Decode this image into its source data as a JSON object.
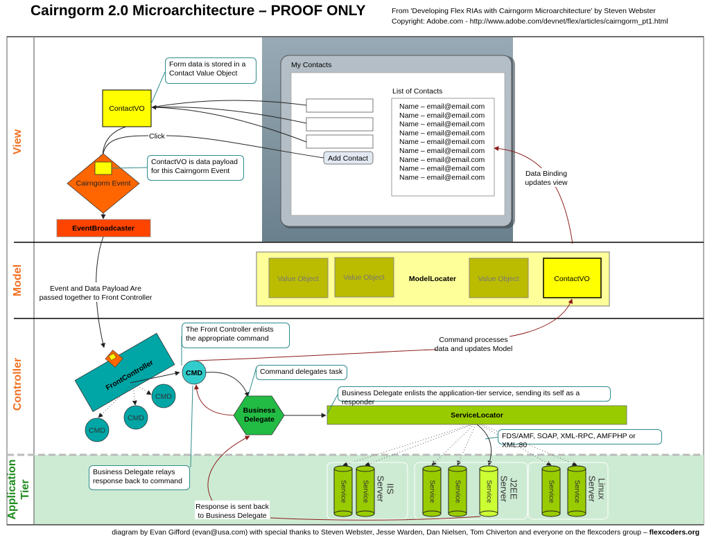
{
  "header": {
    "title": "Cairngorm 2.0 Microarchitecture – PROOF ONLY",
    "source_line1": "From 'Developing Flex RIAs with Cairngorm Microarchitecture' by Steven Webster",
    "source_line2": "Copyright: Adobe.com - http://www.adobe.com/devnet/flex/articles/cairngorm_pt1.html"
  },
  "lanes": [
    {
      "label": "View",
      "color": "#f07020"
    },
    {
      "label": "Model",
      "color": "#f07020"
    },
    {
      "label": "Controller",
      "color": "#f07020"
    },
    {
      "label_line1": "Application",
      "label_line2": "Tier",
      "color": "#1a8a1a"
    }
  ],
  "view": {
    "contact_vo": "ContactVO",
    "cairngorm_event": "Cairngorm Event",
    "event_broadcaster": "EventBroadcaster",
    "click_label": "Click",
    "note_form": [
      "Form data is stored in a",
      "Contact Value Object"
    ],
    "note_payload": [
      "ContactVO is data payload",
      "for this Cairngorm Event"
    ],
    "app_panel": {
      "title": "My Contacts",
      "inputs": [
        "",
        "",
        ""
      ],
      "add_button": "Add Contact",
      "list_title": "List of Contacts",
      "list_items": [
        "Name – email@email.com",
        "Name – email@email.com",
        "Name – email@email.com",
        "Name – email@email.com",
        "Name – email@email.com",
        "Name – email@email.com",
        "Name – email@email.com",
        "Name – email@email.com",
        "Name – email@email.com"
      ]
    },
    "data_binding_label": [
      "Data Binding",
      "updates view"
    ]
  },
  "model": {
    "model_locator": "ModelLocater",
    "value_objects": [
      "Value Object",
      "Value Object",
      "Value Object"
    ],
    "contact_vo": "ContactVO",
    "event_note": [
      "Event and Data Payload Are",
      "passed together to Front Controller"
    ]
  },
  "controller": {
    "front_controller": "FrontController",
    "cmd_main": "CMD",
    "cmds": [
      "CMD",
      "CMD",
      "CMD"
    ],
    "business_delegate": [
      "Business",
      "Delegate"
    ],
    "service_locator": "ServiceLocator",
    "note_enlist": [
      "The Front Controller enlists",
      "the appropriate command"
    ],
    "note_delegate": "Command delegates task",
    "note_bd_enlist": "Business Delegate enlists the application-tier service, sending its self as a responder",
    "note_protocols": "FDS/AMF, SOAP, XML-RPC, AMFPHP or XML:80",
    "cmd_processes": [
      "Command processes",
      "data and updates Model"
    ]
  },
  "app_tier": {
    "servers": [
      {
        "name_line1": "IIS",
        "name_line2": "Server",
        "services": [
          "Service",
          "Service"
        ]
      },
      {
        "name_line1": "J2EE",
        "name_line2": "Server",
        "services": [
          "Service",
          "Service",
          "Service"
        ]
      },
      {
        "name_line1": "Linux",
        "name_line2": "Server",
        "services": [
          "Service",
          "Service"
        ]
      }
    ],
    "note_relay": [
      "Business Delegate relays",
      "response back to command"
    ],
    "response_label": [
      "Response is sent back",
      "to Business Delegate"
    ]
  },
  "footer": {
    "text": "diagram by Evan Gifford (evan@usa.com)  with special thanks to Steven Webster, Jesse Warden, Dan Nielsen, Tom Chiverton and everyone on the flexcoders group – ",
    "site": "flexcoders.org"
  },
  "colors": {
    "accent_orange": "#f07020",
    "app_tier_green": "#1a8a1a",
    "contact_vo": "#ffff00",
    "event": "#ff6600",
    "broadcaster": "#ff4400",
    "front_controller": "#00a5a5",
    "cmd": "#33cccc",
    "business_delegate": "#22bb44",
    "service_locator": "#99cc00",
    "service": "#99cc00",
    "service_active": "#ccff33",
    "value_object": "#bbbb00",
    "model_locator_bg": "#ffff99",
    "app_tier_bg": "#cdebd3",
    "response_line": "#8b1a1a"
  }
}
